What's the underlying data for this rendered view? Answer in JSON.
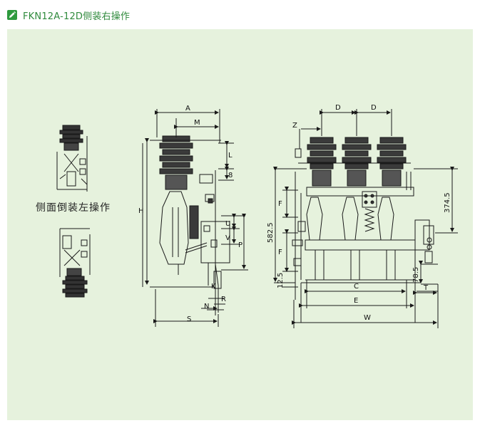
{
  "header": {
    "title": "FKN12A-12D侧装右操作",
    "icon": "pencil-edit-icon",
    "accent": "#2e9a3e"
  },
  "diagram": {
    "side_label": "侧面倒装左操作",
    "side_view": {
      "labels": {
        "A": "A",
        "M": "M",
        "L": "L",
        "8": "8",
        "H": "H",
        "U": "U",
        "V": "V",
        "P": "P",
        "K": "K",
        "R": "R",
        "N": "N",
        "S": "S"
      }
    },
    "front_view": {
      "labels": {
        "D1": "D",
        "D2": "D",
        "Z": "Z",
        "F1": "F",
        "F2": "F",
        "582_5": "582.5",
        "12_5": "12.5",
        "374_5": "374.5",
        "C": "C",
        "E": "E",
        "W": "W",
        "78_5": "78.5",
        "T": "T"
      }
    },
    "colors": {
      "panel": "#e6f2dd",
      "line": "#1a1a1a",
      "insulator": "#3a3a3a"
    }
  }
}
